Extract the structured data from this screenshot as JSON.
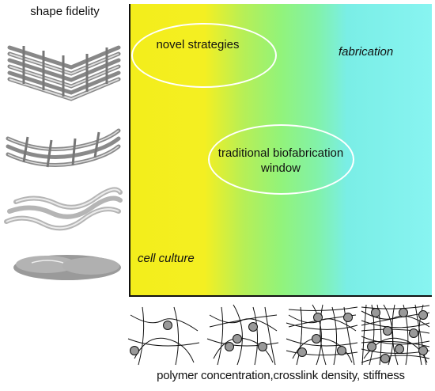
{
  "y_axis_title": "shape fidelity",
  "x_axis_title": "polymer concentration,crosslink density, stiffness",
  "regions": {
    "novel": "novel strategies",
    "traditional": "traditional biofabrication window",
    "fabrication": "fabrication",
    "cell_culture": "cell culture"
  },
  "gradient_colors": [
    "#f3ee1b",
    "#92f37a",
    "#88f4f1"
  ],
  "shape_icons": [
    "dense-lattice-icon",
    "lattice-icon",
    "collapsed-strands-icon",
    "flat-blob-icon"
  ],
  "network_icons": [
    "sparse-network-icon",
    "medium-network-icon",
    "dense-network-icon",
    "very-dense-network-icon"
  ]
}
